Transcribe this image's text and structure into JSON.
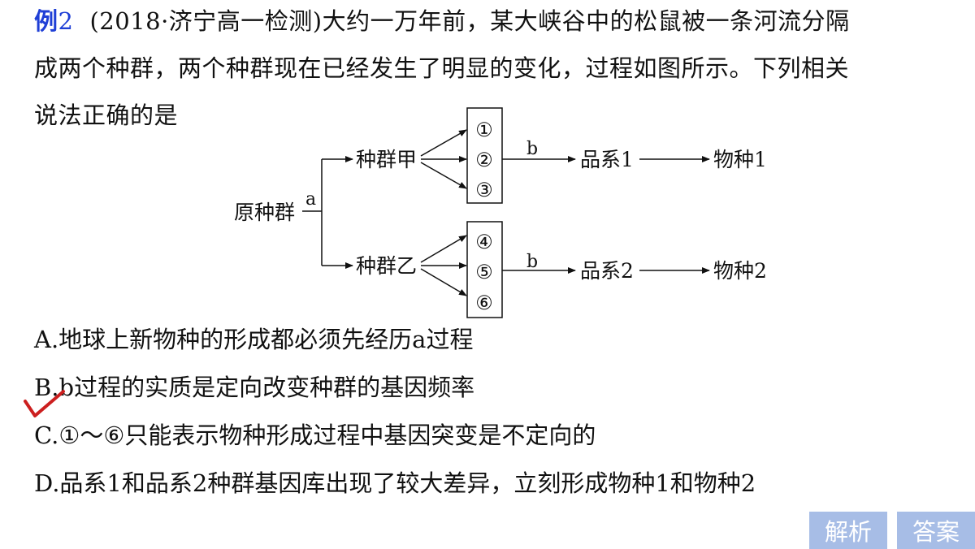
{
  "question": {
    "label": "例",
    "number": "2",
    "source": "(2018·济宁高一检测)",
    "line1_rest": "大约一万年前，某大峡谷中的松鼠被一条河流分隔",
    "line2": "成两个种群，两个种群现在已经发生了明显的变化，过程如图所示。下列相关",
    "line3": "说法正确的是"
  },
  "diagram": {
    "origin": "原种群",
    "edge_a": "a",
    "group_top": "种群甲",
    "group_bottom": "种群乙",
    "top_items": [
      "①",
      "②",
      "③"
    ],
    "bottom_items": [
      "④",
      "⑤",
      "⑥"
    ],
    "edge_b": "b",
    "strain1": "品系1",
    "strain2": "品系2",
    "species1": "物种1",
    "species2": "物种2"
  },
  "options": [
    {
      "id": "A",
      "text": "A.地球上新物种的形成都必须先经历a过程"
    },
    {
      "id": "B",
      "text": "B.b过程的实质是定向改变种群的基因频率"
    },
    {
      "id": "C",
      "text": "C.①～⑥只能表示物种形成过程中基因突变是不定向的"
    },
    {
      "id": "D",
      "text": "D.品系1和品系2种群基因库出现了较大差异，立刻形成物种1和物种2"
    }
  ],
  "marked_answer": "B",
  "buttons": {
    "analysis": "解析",
    "answer": "答案"
  },
  "colors": {
    "label_blue": "#1f3fd6",
    "check_red": "#cc1f1f",
    "button_bg": "#a7bde6"
  }
}
